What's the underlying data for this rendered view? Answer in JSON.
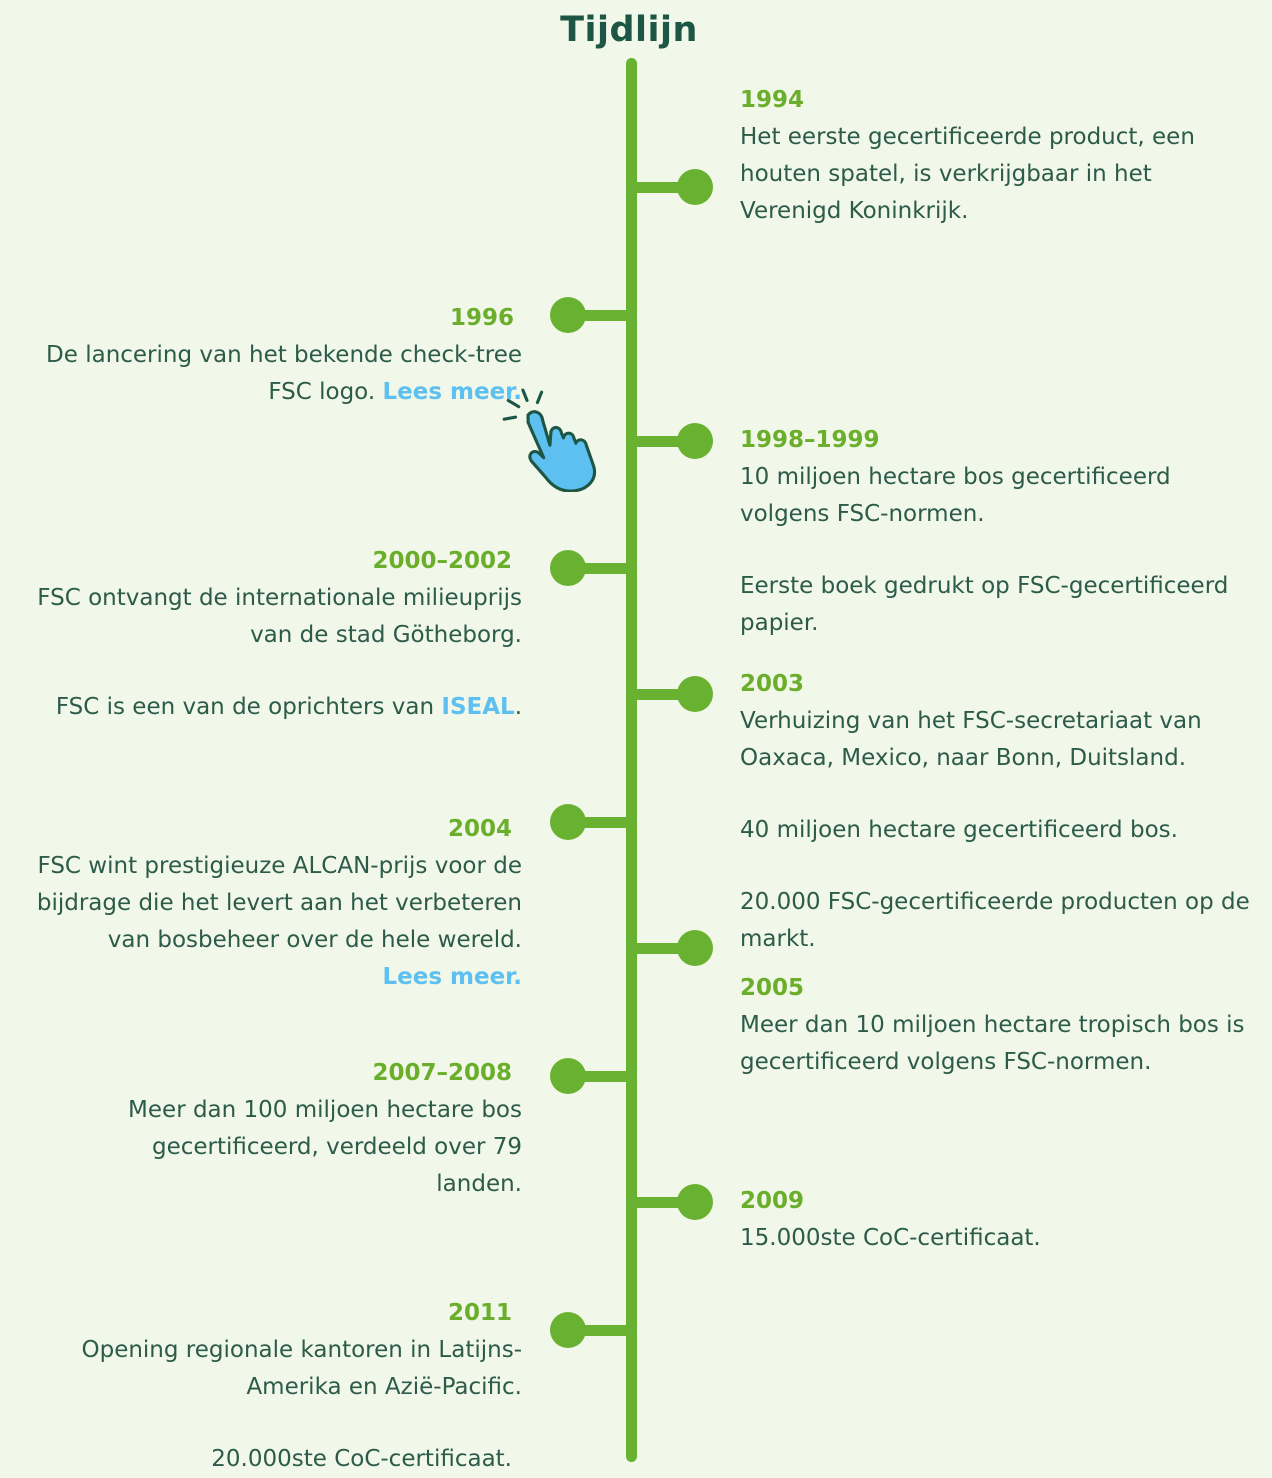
{
  "title": "Tijdlijn",
  "events": {
    "e1994": {
      "year": "1994",
      "text": "Het eerste gecertificeerde product, een houten spatel, is verkrijgbaar in het Verenigd Koninkrijk."
    },
    "e1996": {
      "year": "1996",
      "text_a": "De lancering van het bekende check-tree FSC logo.",
      "link": "Lees meer."
    },
    "e1998": {
      "year": "1998–1999",
      "text": "10 miljoen hectare bos gecertificeerd volgens FSC-normen.",
      "text2": "Eerste boek gedrukt op FSC-gecertificeerd papier."
    },
    "e2000": {
      "year": "2000–2002",
      "text": "FSC ontvangt de internationale milieuprijs van de stad Götheborg.",
      "text2_a": "FSC is een van de oprichters van",
      "link": "ISEAL",
      "text2_b": "."
    },
    "e2003": {
      "year": "2003",
      "text": "Verhuizing van het FSC-secretariaat van Oaxaca, Mexico, naar Bonn, Duitsland.",
      "text2": "40 miljoen hectare gecertificeerd bos.",
      "text3": "20.000 FSC-gecertificeerde producten op de markt."
    },
    "e2004": {
      "year": "2004",
      "text": "FSC wint prestigieuze ALCAN-prijs voor de bijdrage die het levert aan het verbeteren van bosbeheer over de hele wereld.",
      "link": "Lees meer."
    },
    "e2005": {
      "year": "2005",
      "text": "Meer dan 10 miljoen hectare tropisch bos is gecertificeerd volgens FSC-normen."
    },
    "e2007": {
      "year": "2007–2008",
      "text": "Meer dan 100 miljoen hectare bos gecertificeerd, verdeeld over 79 landen."
    },
    "e2009": {
      "year": "2009",
      "text": "15.000ste CoC-certificaat."
    },
    "e2011": {
      "year": "2011",
      "text": "Opening regionale kantoren in Latijns-Amerika en Azië-Pacific.",
      "text2": "20.000ste CoC-certificaat."
    }
  },
  "colors": {
    "background": "#f1f7e9",
    "line": "#69b231",
    "year": "#6aae2b",
    "text": "#2d5b4a",
    "title": "#1e5646",
    "link": "#5ec0f0"
  },
  "icons": {
    "pointer": "hand-pointer-icon"
  }
}
